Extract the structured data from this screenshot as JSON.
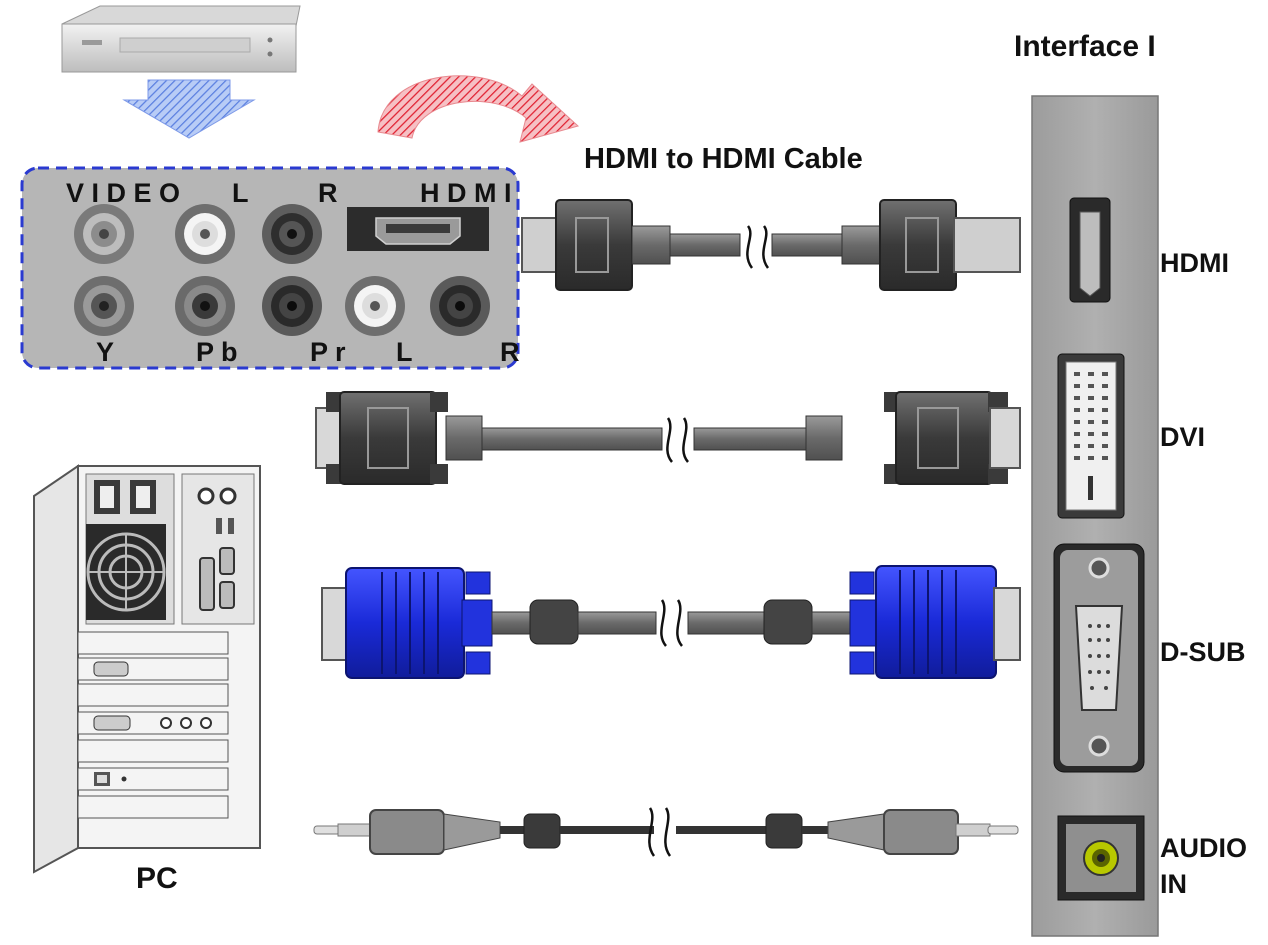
{
  "title": "Interface I",
  "cable_title": "HDMI to HDMI Cable",
  "source_panel": {
    "top_labels": [
      "V I D E O",
      "L",
      "R",
      "H D M I"
    ],
    "bottom_labels": [
      "Y",
      "P b",
      "P r",
      "L",
      "R"
    ]
  },
  "device_label": "PC",
  "tv_ports": [
    "HDMI",
    "DVI",
    "D-SUB",
    "AUDIO",
    "IN"
  ],
  "colors": {
    "vga_blue": "#2233dd",
    "arrow_red": "#e02030",
    "arrow_blue": "#8fb0ee",
    "panel_border": "#2a3ad0",
    "panel_gray": "#a8a8a8",
    "connector_dark": "#444444"
  }
}
